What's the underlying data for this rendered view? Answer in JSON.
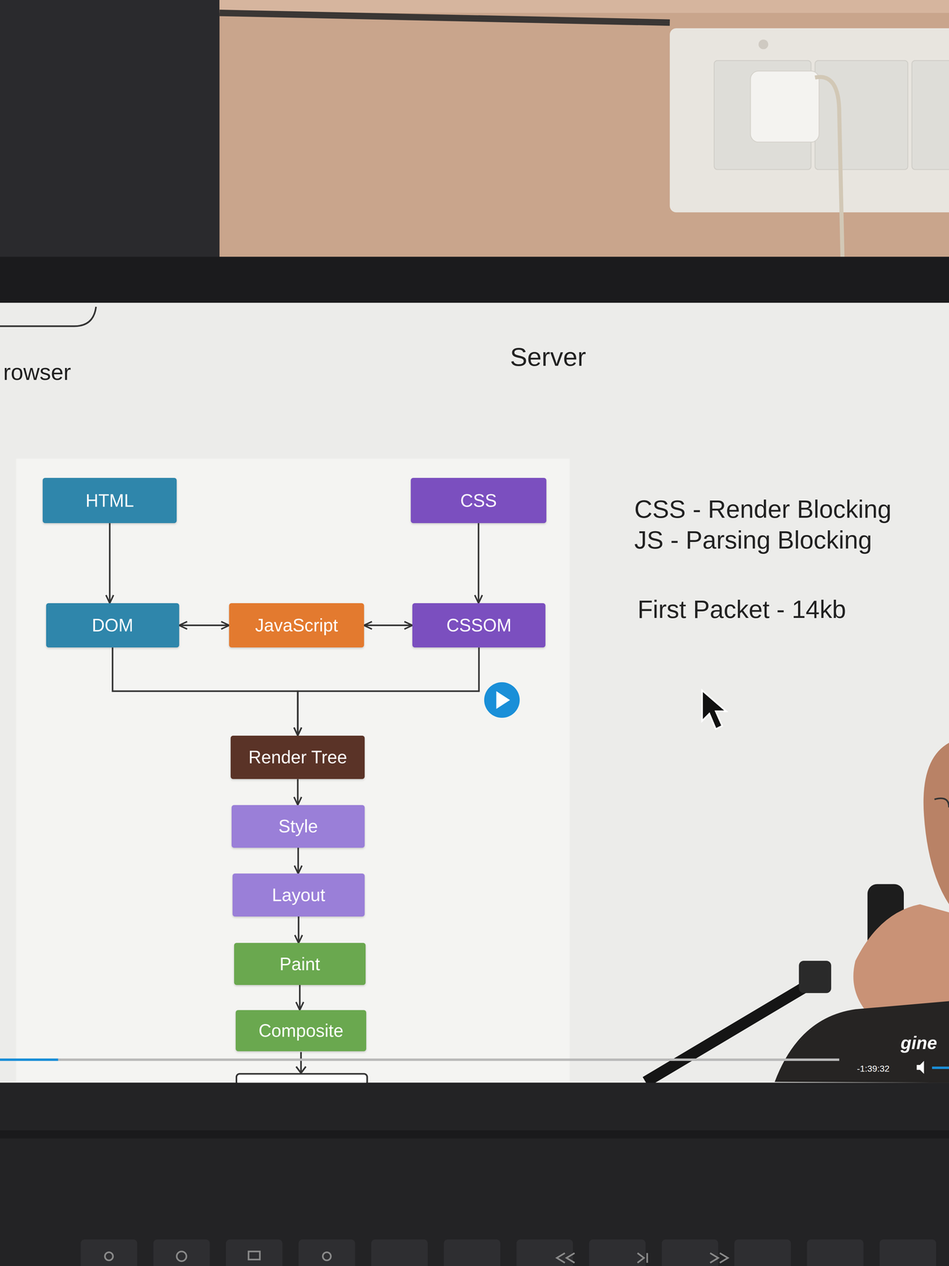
{
  "diagram": {
    "nodes": [
      {
        "text": [
          "HTML"
        ]
      },
      {
        "text": [
          "CSS"
        ]
      },
      {
        "text": [
          "DOM"
        ]
      },
      {
        "text": [
          "JavaScript"
        ]
      },
      {
        "text": [
          "CSSOM"
        ]
      },
      {
        "text": [
          "Render Tree"
        ]
      },
      {
        "text": [
          "Style"
        ]
      },
      {
        "text": [
          "Layout"
        ]
      },
      {
        "text": [
          "Paint"
        ]
      },
      {
        "text": [
          "Composite"
        ]
      }
    ],
    "edges": [
      {
        "from": 0,
        "to": 2,
        "arrow": "to"
      },
      {
        "from": 1,
        "to": 4,
        "arrow": "to"
      },
      {
        "from": 2,
        "to": 3,
        "arrow": "both"
      },
      {
        "from": 3,
        "to": 4,
        "arrow": "both"
      },
      {
        "from": 2,
        "to": 5,
        "arrow": "to"
      },
      {
        "from": 4,
        "to": 5,
        "arrow": "to"
      },
      {
        "from": 5,
        "to": 6,
        "arrow": "to"
      },
      {
        "from": 6,
        "to": 7,
        "arrow": "to"
      },
      {
        "from": 7,
        "to": 8,
        "arrow": "to"
      },
      {
        "from": 8,
        "to": 9,
        "arrow": "to"
      }
    ],
    "labels": [
      "rowser",
      "Server",
      "CSS - Render Blocking",
      "JS - Parsing Blocking",
      "First Packet - 14kb",
      "-1:39:32",
      "gine"
    ]
  }
}
